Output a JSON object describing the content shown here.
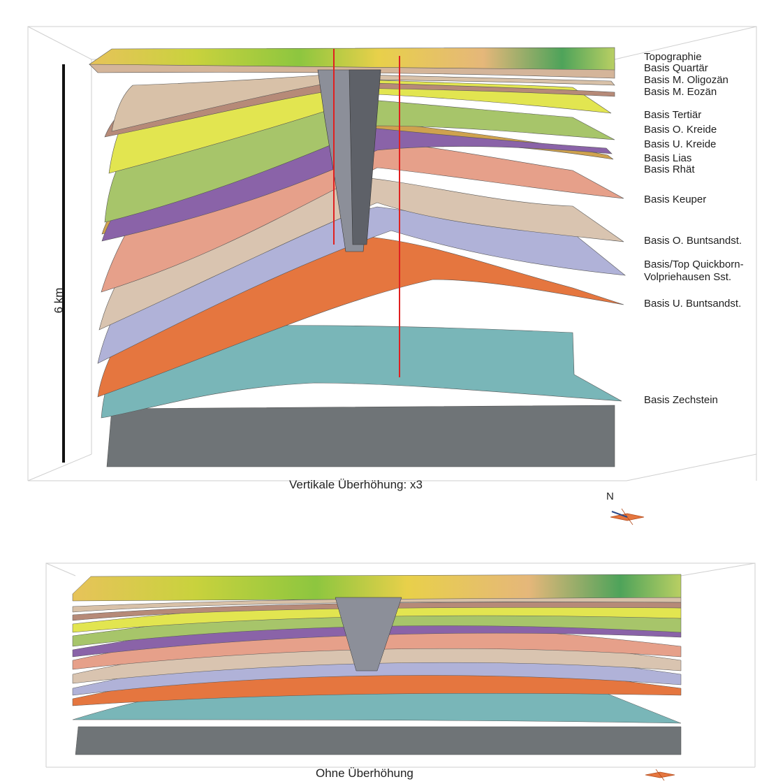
{
  "figure": {
    "top_caption": "Vertikale Überhöhung: x3",
    "bottom_caption": "Ohne Überhöhung",
    "scale_label": "6 km",
    "north_label": "N"
  },
  "horizons": [
    {
      "label": "Topographie",
      "color": "#9fc23a"
    },
    {
      "label": "Basis Quartär",
      "color": "#d8c1a8"
    },
    {
      "label": "Basis M. Oligozän",
      "color": "#e8e08a"
    },
    {
      "label": "Basis M. Eozän",
      "color": "#b68a78"
    },
    {
      "label": "Basis Tertiär",
      "color": "#e2e550"
    },
    {
      "label": "Basis O. Kreide",
      "color": "#a7c56a"
    },
    {
      "label": "Basis U. Kreide",
      "color": "#8a63a8"
    },
    {
      "label": "Basis Lias",
      "color": "#cfa24e"
    },
    {
      "label": "Basis Rhät",
      "color": "#e7a88e"
    },
    {
      "label": "Basis Keuper",
      "color": "#e6a08a"
    },
    {
      "label": "Basis O. Buntsandst.",
      "color": "#d9c4b0"
    },
    {
      "label": "Basis/Top Quickborn-",
      "color": "#b0b2d8"
    },
    {
      "label": "Volpriehausen Sst.",
      "color": "#b0b2d8"
    },
    {
      "label": "Basis U. Buntsandst.",
      "color": "#e5763f"
    },
    {
      "label": "Basis Zechstein",
      "color": "#79b6b8"
    }
  ],
  "colors": {
    "box_edge": "#cccccc",
    "basement": "#6f7477",
    "fault": "#8c8f99",
    "well": "#e02020"
  }
}
